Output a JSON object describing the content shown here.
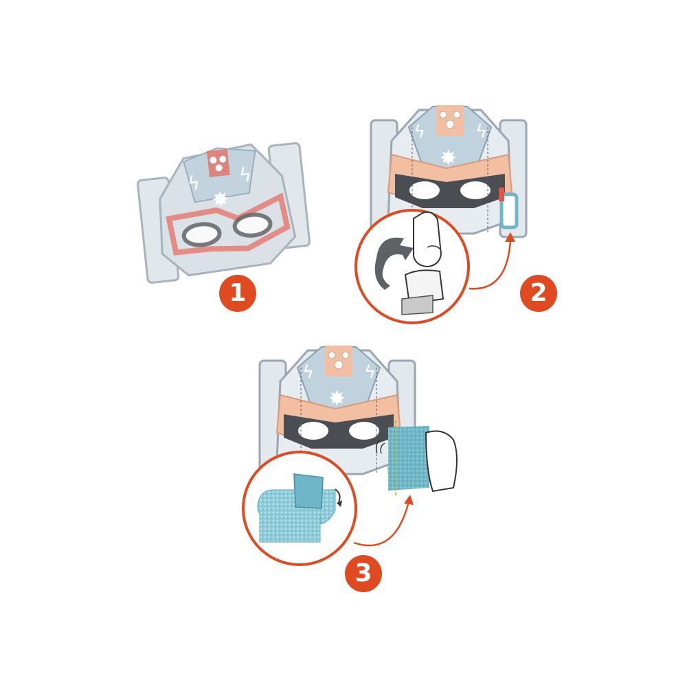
{
  "colors": {
    "badge": "#e04a21",
    "arrow": "#e04a21",
    "mask_grey": "#c9d1d8",
    "mask_outline": "#9aa6b1",
    "mask_blue": "#bfd2de",
    "mask_peach": "#f2bfa3",
    "mask_red": "#e0574a",
    "mask_dark": "#4a4d52",
    "glitter": "#7cc0cf",
    "tab_accent": "#6fb6c8"
  },
  "steps": [
    {
      "number": "1",
      "icon": "mask-sheet-icon"
    },
    {
      "number": "2",
      "icon": "peel-sticker-icon"
    },
    {
      "number": "3",
      "icon": "apply-glitter-icon"
    }
  ]
}
